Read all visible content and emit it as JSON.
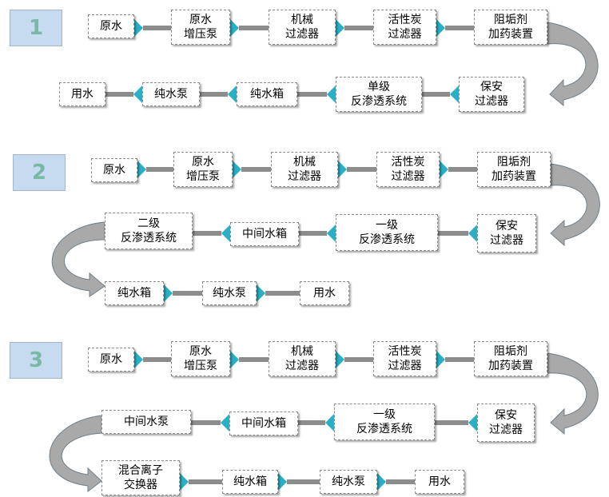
{
  "colors": {
    "connector": "#8c8c8c",
    "arrow_tip": "#2ab0c6",
    "number_bg": "#c6dbef",
    "number_text": "#7ab8a6",
    "curve": "#a9a9a9"
  },
  "sections": [
    {
      "number": "1",
      "row1": [
        "原水",
        "原水\n增压泵",
        "机械\n过滤器",
        "活性炭\n过滤器",
        "阻垢剂\n加药装置"
      ],
      "row2": [
        "保安\n过滤器",
        "单级\n反渗透系统",
        "纯水箱",
        "纯水泵",
        "用水"
      ]
    },
    {
      "number": "2",
      "row1": [
        "原水",
        "原水\n增压泵",
        "机械\n过滤器",
        "活性炭\n过滤器",
        "阻垢剂\n加药装置"
      ],
      "row2": [
        "保安\n过滤器",
        "一级\n反渗透系统",
        "中间水箱",
        "二级\n反渗透系统"
      ],
      "row3": [
        "纯水箱",
        "纯水泵",
        "用水"
      ]
    },
    {
      "number": "3",
      "row1": [
        "原水",
        "原水\n增压泵",
        "机械\n过滤器",
        "活性炭\n过滤器",
        "阻垢剂\n加药装置"
      ],
      "row2": [
        "保安\n过滤器",
        "一级\n反渗透系统",
        "中间水箱",
        "中间水泵"
      ],
      "row3": [
        "混合离子\n交换器",
        "纯水箱",
        "纯水泵",
        "用水"
      ]
    }
  ]
}
